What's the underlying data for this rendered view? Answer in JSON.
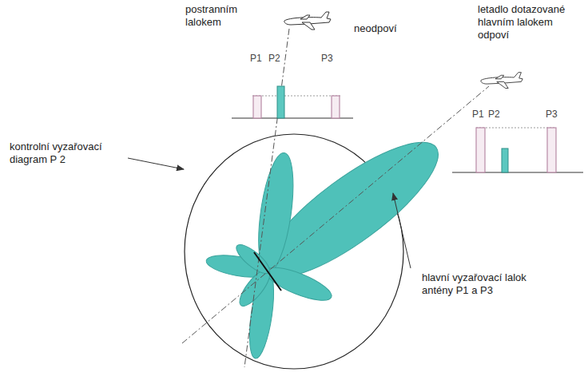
{
  "diagram": {
    "labels": [
      "postranním lalokem",
      "neodpoví",
      "P1",
      "P2",
      "P3",
      "letadlo dotazované hlavním lalokem odpoví",
      "P1",
      "P2",
      "P3",
      "kontrolní vyzařovací diagram P 2",
      "hlavní vyzařovací lalok antény P1 a P3"
    ]
  }
}
